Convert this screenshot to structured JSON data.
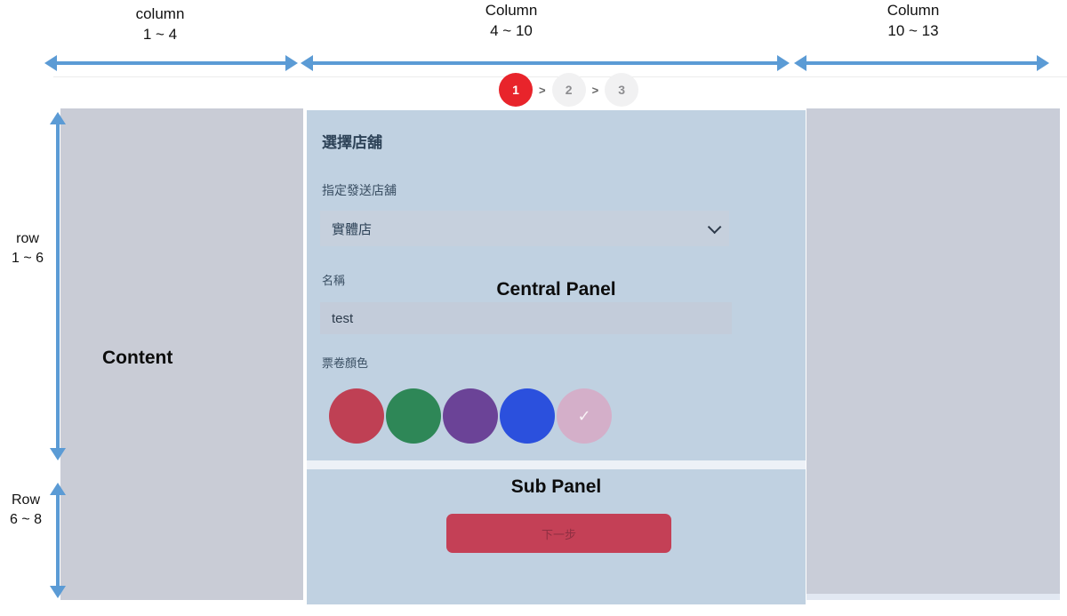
{
  "colors": {
    "arrow": "#5b9bd5",
    "panel_gray": "#c9ccd6",
    "panel_gray_right": "#c9cdd8",
    "panel_blue": "#c0d1e1",
    "field_bg": "#c6d0dd",
    "input_bg": "#c3ccda",
    "title_text": "#2d4257",
    "label_text": "#3a4f63",
    "step_active": "#e8242b",
    "step_inactive_bg": "#f1f1f2",
    "step_number": "#8d8d90",
    "button_bg": "#c44056",
    "button_text": "#8e2f42",
    "divider": "#edf1f7"
  },
  "annotations": {
    "col_left": {
      "line1": "column",
      "line2": "1 ~ 4"
    },
    "col_mid": {
      "line1": "Column",
      "line2": "4 ~ 10"
    },
    "col_right": {
      "line1": "Column",
      "line2": "10 ~ 13"
    },
    "row_top": {
      "line1": "row",
      "line2": "1 ~ 6"
    },
    "row_bottom": {
      "line1": "Row",
      "line2": "6 ~ 8"
    },
    "content_label": "Content",
    "central_panel_label": "Central Panel",
    "sub_panel_label": "Sub Panel"
  },
  "stepper": {
    "separator": ">",
    "active_index": 0,
    "steps": [
      "1",
      "2",
      "3"
    ]
  },
  "form": {
    "title": "選擇店舖",
    "store_label": "指定發送店舖",
    "store_value": "實體店",
    "name_label": "名稱",
    "name_value": "test",
    "color_label": "票卷顏色",
    "colors": [
      {
        "name": "red",
        "hex": "#bf4054",
        "selected": false
      },
      {
        "name": "green",
        "hex": "#2e8757",
        "selected": false
      },
      {
        "name": "purple",
        "hex": "#6b4397",
        "selected": false
      },
      {
        "name": "blue",
        "hex": "#2b50dd",
        "selected": false
      },
      {
        "name": "pink",
        "hex": "#d4afc9",
        "selected": true
      }
    ],
    "check_glyph": "✓",
    "next_button_label": "下一步"
  }
}
